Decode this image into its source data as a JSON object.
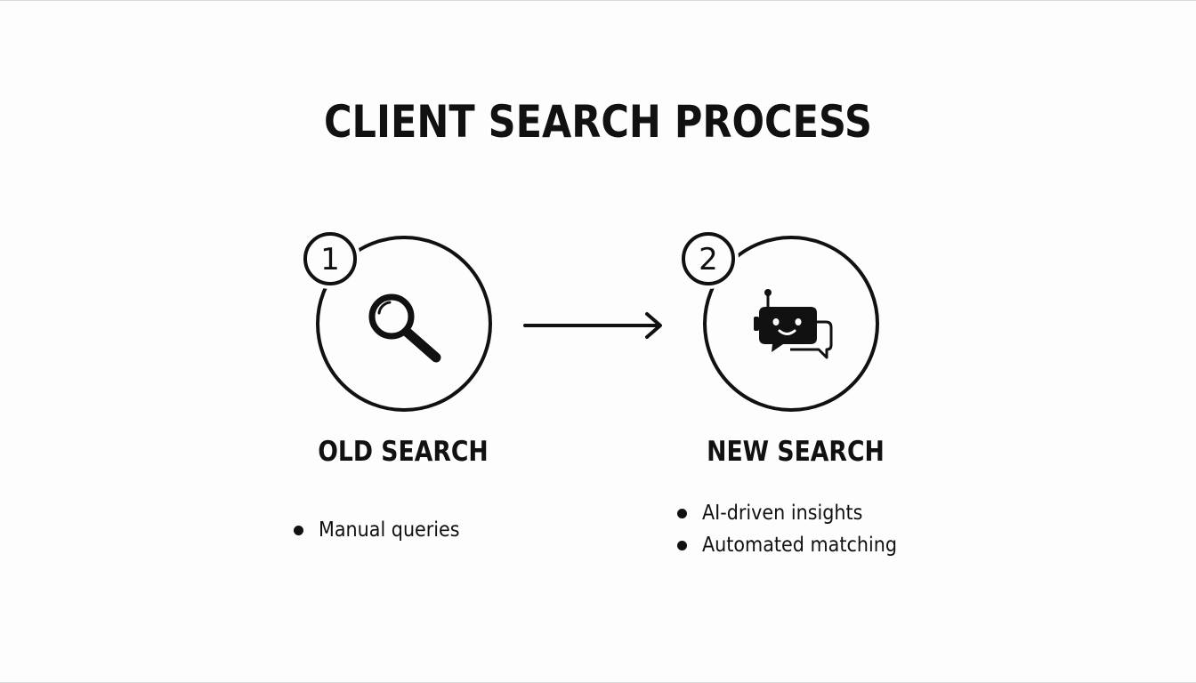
{
  "title": "CLIENT SEARCH PROCESS",
  "steps": [
    {
      "number": "1",
      "icon": "magnifier-icon",
      "title": "OLD SEARCH",
      "bullets": [
        "Manual queries"
      ]
    },
    {
      "number": "2",
      "icon": "chatbot-icon",
      "title": "NEW SEARCH",
      "bullets": [
        "AI-driven insights",
        "Automated matching"
      ]
    }
  ],
  "colors": {
    "ink": "#111111",
    "background": "#fdfdfd"
  }
}
